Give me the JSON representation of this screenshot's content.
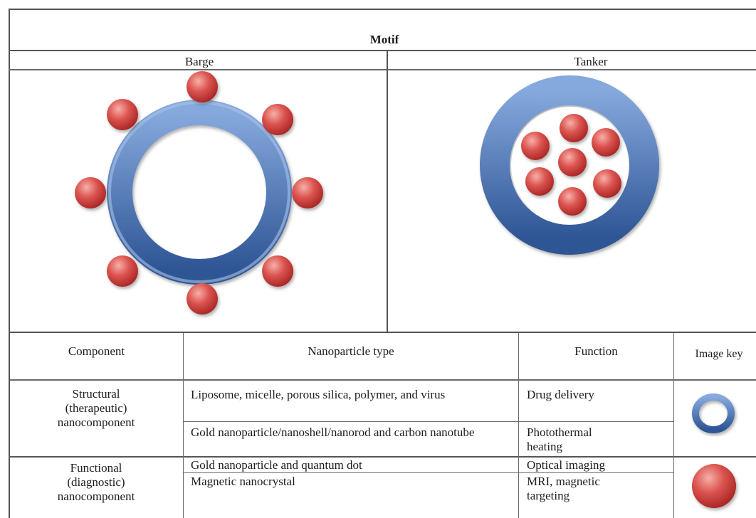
{
  "header": {
    "title": "Motif"
  },
  "motifs": [
    {
      "name": "Barge"
    },
    {
      "name": "Tanker"
    }
  ],
  "table": {
    "headers": [
      "Component",
      "Nanoparticle type",
      "Function",
      "Image key"
    ],
    "groups": [
      {
        "component": "Structural (therapeutic) nanocomponent",
        "rows": [
          {
            "type": "Liposome, micelle, porous silica, polymer, and virus",
            "function": "Drug delivery"
          },
          {
            "type": "Gold nanoparticle/nanoshell/nanorod and carbon nanotube",
            "function": "Photothermal heating"
          }
        ],
        "image_key": "blue-ring-icon"
      },
      {
        "component": "Functional (diagnostic) nanocomponent",
        "rows": [
          {
            "type": "Gold nanoparticle and quantum dot",
            "function": "Optical imaging"
          },
          {
            "type": "Magnetic nanocrystal",
            "function": "MRI, magnetic targeting"
          }
        ],
        "image_key": "red-sphere-icon"
      }
    ]
  },
  "colors": {
    "ring": "#4a7cc4",
    "ring_dark": "#2f5a9c",
    "sphere": "#d94a4a",
    "sphere_dark": "#a82626",
    "grid": "#555555"
  }
}
